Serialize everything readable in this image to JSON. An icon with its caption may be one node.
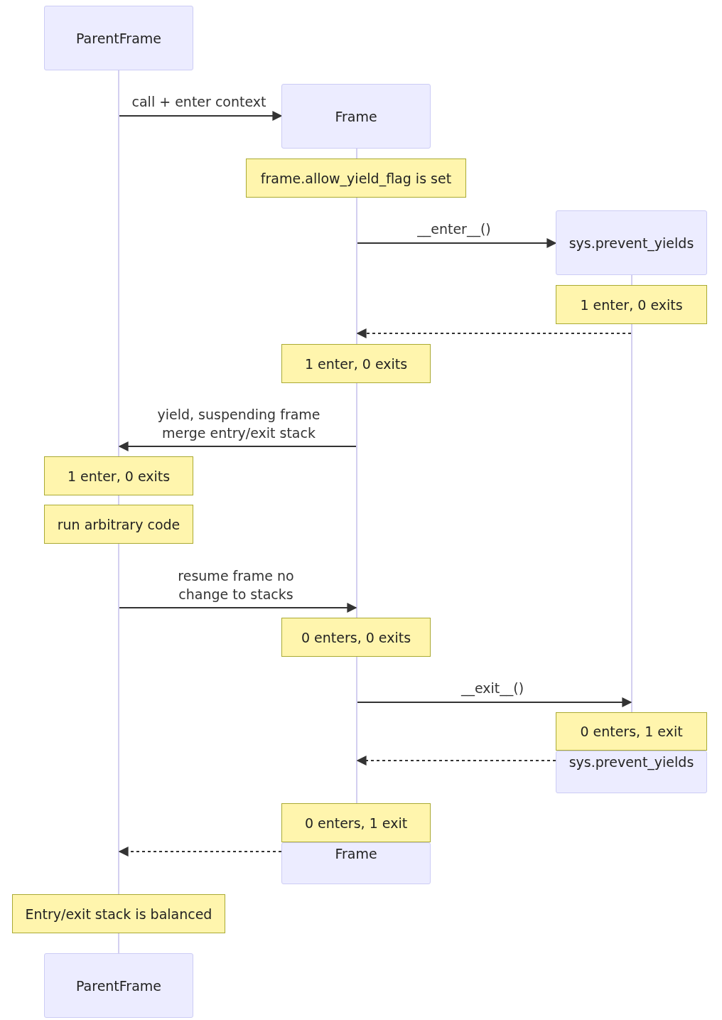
{
  "diagram": {
    "nodes": [
      {
        "text": [
          "ParentFrame"
        ]
      },
      {
        "text": [
          "Frame"
        ]
      },
      {
        "text": [
          "frame.allow_yield_flag is set"
        ]
      },
      {
        "text": [
          "sys.prevent_yields"
        ]
      },
      {
        "text": [
          "1 enter, 0 exits"
        ]
      },
      {
        "text": [
          "1 enter, 0 exits"
        ]
      },
      {
        "text": [
          "1 enter, 0 exits"
        ]
      },
      {
        "text": [
          "run arbitrary code"
        ]
      },
      {
        "text": [
          "0 enters, 0 exits"
        ]
      },
      {
        "text": [
          "0 enters, 1 exit"
        ]
      },
      {
        "text": [
          "sys.prevent_yields"
        ]
      },
      {
        "text": [
          "0 enters, 1 exit"
        ]
      },
      {
        "text": [
          "Frame"
        ]
      },
      {
        "text": [
          "Entry/exit stack is balanced"
        ]
      },
      {
        "text": [
          "ParentFrame"
        ]
      },
      {
        "text": [],
        "shape": "bar"
      },
      {
        "text": [],
        "shape": "bar"
      },
      {
        "text": [],
        "shape": "bar"
      },
      {
        "text": [],
        "shape": "bar"
      },
      {
        "text": [],
        "shape": "bar"
      },
      {
        "text": [],
        "shape": "bar"
      },
      {
        "text": [],
        "shape": "bar"
      },
      {
        "text": [],
        "shape": "bar"
      },
      {
        "text": [],
        "shape": "bar"
      },
      {
        "text": [],
        "shape": "bar"
      }
    ],
    "edges": [
      {
        "from": 15,
        "to": 1,
        "arrow": "to",
        "label": "call + enter context"
      },
      {
        "from": 17,
        "to": 3,
        "arrow": "to",
        "label": "__enter__()"
      },
      {
        "from": 20,
        "to": 17,
        "arrow": "to",
        "style": "dashed"
      },
      {
        "from": 18,
        "to": 15,
        "arrow": "to",
        "label": "yield, suspending frame merge entry/exit stack"
      },
      {
        "from": 16,
        "to": 18,
        "arrow": "to",
        "label": "resume frame no change to stacks"
      },
      {
        "from": 19,
        "to": 20,
        "arrow": "to",
        "label": "__exit__()"
      },
      {
        "from": 10,
        "to": 19,
        "arrow": "to",
        "style": "dashed"
      },
      {
        "from": 12,
        "to": 16,
        "arrow": "to",
        "style": "dashed"
      }
    ]
  }
}
